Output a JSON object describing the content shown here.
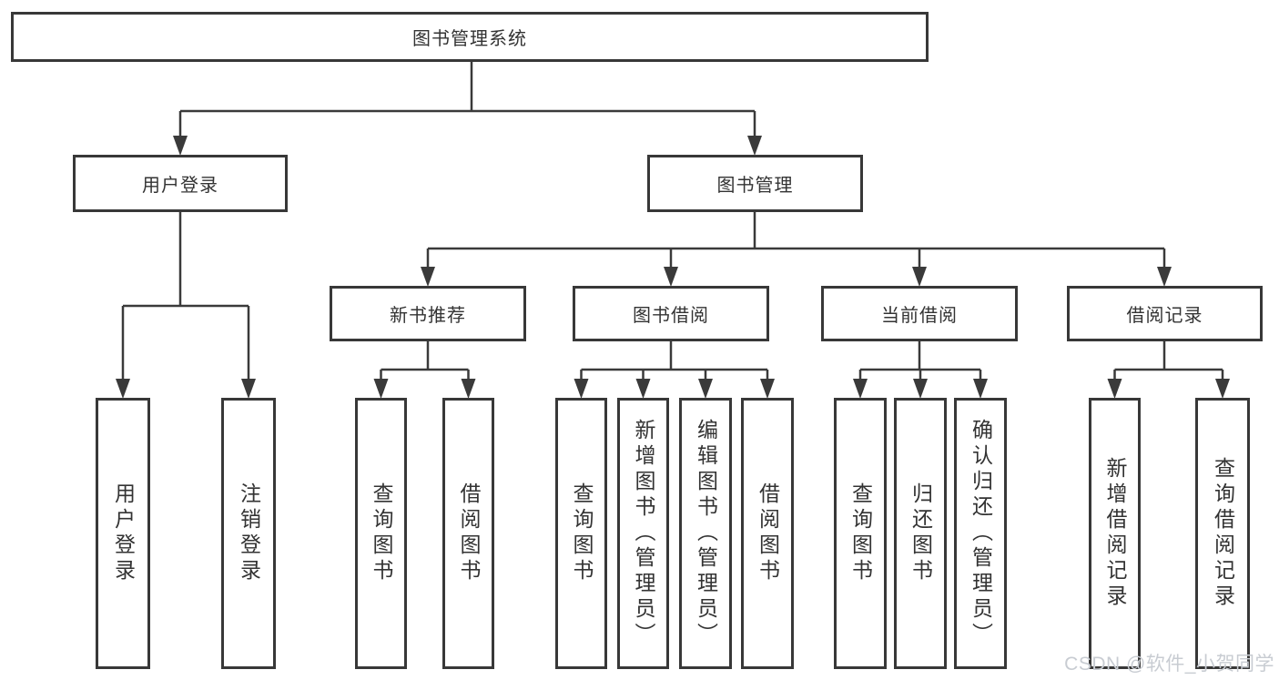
{
  "diagram": {
    "root": {
      "label": "图书管理系统",
      "children": [
        {
          "label": "用户登录",
          "children": [
            {
              "label": "用户登录"
            },
            {
              "label": "注销登录"
            }
          ]
        },
        {
          "label": "图书管理",
          "children": [
            {
              "label": "新书推荐",
              "children": [
                {
                  "label": "查询图书"
                },
                {
                  "label": "借阅图书"
                }
              ]
            },
            {
              "label": "图书借阅",
              "children": [
                {
                  "label": "查询图书"
                },
                {
                  "label": "新增图书（管理员）"
                },
                {
                  "label": "编辑图书（管理员）"
                },
                {
                  "label": "借阅图书"
                }
              ]
            },
            {
              "label": "当前借阅",
              "children": [
                {
                  "label": "查询图书"
                },
                {
                  "label": "归还图书"
                },
                {
                  "label": "确认归还（管理员）"
                }
              ]
            },
            {
              "label": "借阅记录",
              "children": [
                {
                  "label": "新增借阅记录"
                },
                {
                  "label": "查询借阅记录"
                }
              ]
            }
          ]
        }
      ]
    },
    "colors": {
      "line": "#3a3a3a",
      "box_border": "#383838",
      "box_bg": "#ffffff",
      "text": "#333333"
    }
  },
  "watermark": {
    "text": "CSDN @软件_小贺同学",
    "color": "#c8ccd2"
  }
}
